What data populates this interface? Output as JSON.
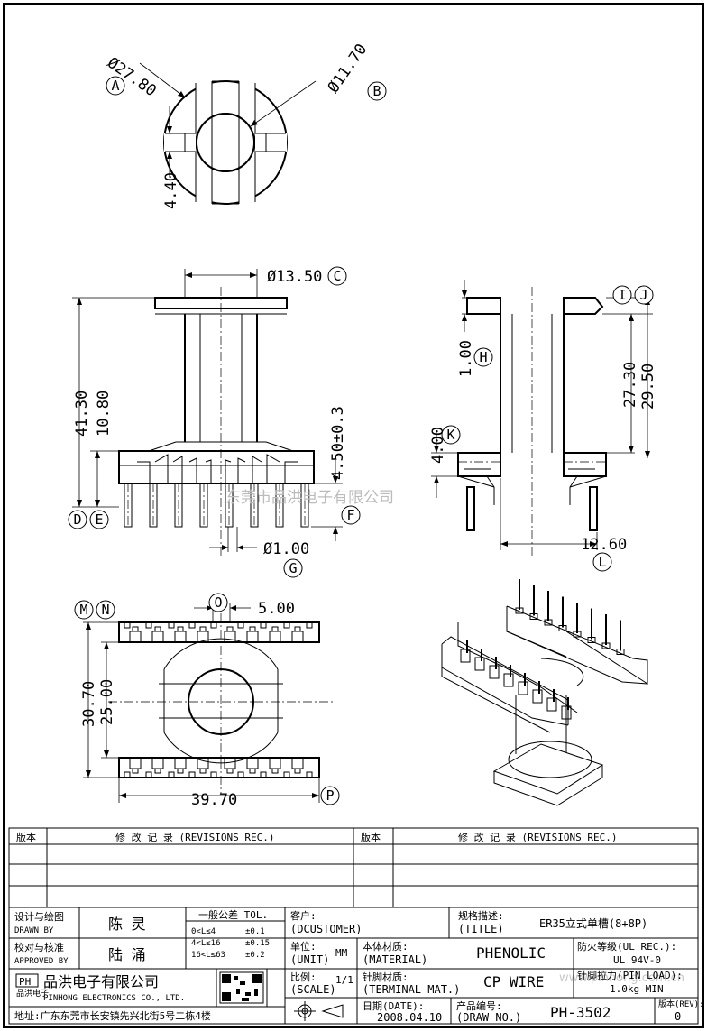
{
  "dimensions": {
    "top_outer_dia": "Ø27.80",
    "top_inner_dia": "Ø11.70",
    "top_slot": "4.40",
    "center_dia": "Ø13.50",
    "height_total": "41.30",
    "height_flange": "10.80",
    "pin_length": "4.50±0.3",
    "pin_dia": "Ø1.00",
    "side_flange": "1.00",
    "side_base": "4.00",
    "side_h1": "27.30",
    "side_h2": "29.50",
    "side_width": "12.60",
    "bottom_pitch": "5.00",
    "bottom_h1": "30.70",
    "bottom_h2": "25.00",
    "bottom_width": "39.70"
  },
  "labels": {
    "A": "A",
    "B": "B",
    "C": "C",
    "D": "D",
    "E": "E",
    "F": "F",
    "G": "G",
    "H": "H",
    "I": "I",
    "J": "J",
    "K": "K",
    "L": "L",
    "M": "M",
    "N": "N",
    "O": "O",
    "P": "P"
  },
  "watermark": {
    "text": "东莞市品洪电子有限公司",
    "url": "www.pinhong.com.cn"
  },
  "revisions": {
    "col1": "版本",
    "col2": "修 改 记 录 (REVISIONS REC.)",
    "col3": "版本",
    "col4": "修 改 记 录 (REVISIONS REC.)"
  },
  "titleblock": {
    "design_label_cn": "设计与绘图",
    "design_label_en": "DRAWN BY",
    "design_name": "陈 灵",
    "approve_label_cn": "校对与核准",
    "approve_label_en": "APPROVED BY",
    "approve_name": "陆 涌",
    "tol_title": "一般公差 TOL.",
    "tol_rows": [
      {
        "range": "0<L≤4",
        "tol": "±0.1"
      },
      {
        "range": "4<L≤16",
        "tol": "±0.15"
      },
      {
        "range": "16<L≤63",
        "tol": "±0.2"
      }
    ],
    "customer_label": "客户:",
    "customer_en": "(DCUSTOMER)",
    "unit_label": "单位:",
    "unit_en": "(UNIT)",
    "unit_value": "MM",
    "scale_label": "比例:",
    "scale_en": "(SCALE)",
    "scale_value": "1/1",
    "material_label": "本体材质:",
    "material_en": "(MATERIAL)",
    "material_value": "PHENOLIC",
    "terminal_label": "针脚材质:",
    "terminal_en": "(TERMINAL MAT.)",
    "terminal_value": "CP WIRE",
    "date_label": "日期(DATE):",
    "date_value": "2008.04.10",
    "title_label": "规格描述:",
    "title_en": "(TITLE)",
    "title_value": "ER35立式单槽(8+8P)",
    "ul_label": "防火等级(UL REC.):",
    "ul_value": "UL 94V-0",
    "pinload_label": "针脚拉力(PIN LOAD):",
    "pinload_value": "1.0kg MIN",
    "drawno_label": "产品编号:",
    "drawno_en": "(DRAW NO.)",
    "drawno_value": "PH-3502",
    "rev_label": "版本(REV):",
    "rev_value": "0",
    "company_cn": "品洪电子有限公司",
    "company_en": "PINHONG ELECTRONICS CO., LTD.",
    "address": "地址:广东东莞市长安镇先兴北街5号二栋4楼",
    "logo_text": "PH",
    "logo_sub": "品洪电子"
  }
}
